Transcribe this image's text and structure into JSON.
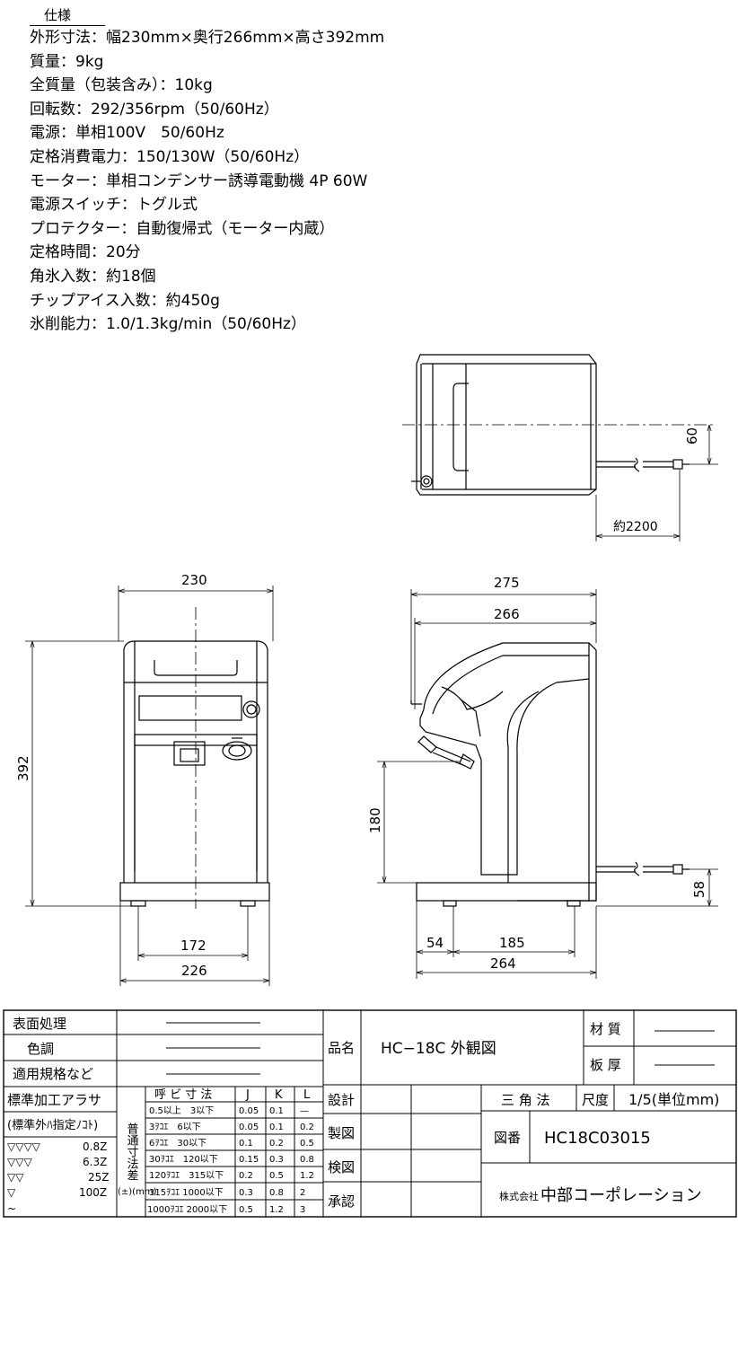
{
  "specs": {
    "title": "仕様",
    "lines": [
      "外形寸法：幅230mm×奥行266mm×高さ392mm",
      "質量：9kg",
      "全質量（包装含み）：10kg",
      "回転数：292/356rpm（50/60Hz）",
      "電源：単相100V　50/60Hz",
      "定格消費電力：150/130W（50/60Hz）",
      "モーター：単相コンデンサー誘導電動機 4P 60W",
      "電源スイッチ：トグル式",
      "プロテクター：自動復帰式（モーター内蔵）",
      "定格時間：20分",
      "角氷入数：約18個",
      "チップアイス入数：約450g",
      "氷削能力：1.0/1.3kg/min（50/60Hz）"
    ]
  },
  "dimensions": {
    "top_view_60": "60",
    "cord_length": "約2200",
    "front_width": "230",
    "front_height": "392",
    "front_foot_span": "172",
    "front_base_width": "226",
    "side_depth_outer": "275",
    "side_depth_body": "266",
    "side_clearance": "180",
    "side_cord_height": "58",
    "side_offset_54": "54",
    "side_foot_span": "185",
    "side_base_depth": "264"
  },
  "title_block": {
    "surface_label": "表面処理",
    "color_label": "色調",
    "standard_label": "適用規格など",
    "roughness_label": "標準加工アラサ",
    "roughness_note": "(標準外ﾊ指定ﾉｺﾄ)",
    "roughness_rows": [
      {
        "sym": "▽▽▽▽",
        "val": "0.8Z"
      },
      {
        "sym": "▽▽▽",
        "val": "6.3Z"
      },
      {
        "sym": "▽▽",
        "val": "25Z"
      },
      {
        "sym": "▽",
        "val": "100Z"
      },
      {
        "sym": "~",
        "val": ""
      }
    ],
    "tolerance_label": "普通寸法差",
    "tolerance_unit": "(±)(mm)",
    "tolerance_headers": [
      "呼 ビ 寸 法",
      "J",
      "K",
      "L"
    ],
    "tolerance_rows": [
      [
        "0.5以上　3以下",
        "0.05",
        "0.1",
        "—"
      ],
      [
        "3ｦｺｴ　6以下",
        "0.05",
        "0.1",
        "0.2"
      ],
      [
        "6ｦｺｴ　30以下",
        "0.1",
        "0.2",
        "0.5"
      ],
      [
        "30ｦｺｴ　120以下",
        "0.15",
        "0.3",
        "0.8"
      ],
      [
        "120ｦｺｴ　315以下",
        "0.2",
        "0.5",
        "1.2"
      ],
      [
        "315ｦｺｴ 1000以下",
        "0.3",
        "0.8",
        "2"
      ],
      [
        "1000ｦｺｴ 2000以下",
        "0.5",
        "1.2",
        "3"
      ]
    ],
    "product_name_label": "品名",
    "product_name": "HC−18C 外観図",
    "material_label": "材 質",
    "thickness_label": "板 厚",
    "design_label": "設計",
    "drafting_label": "製図",
    "inspection_label": "検図",
    "approval_label": "承認",
    "projection_label": "三 角 法",
    "scale_label": "尺度",
    "scale_value": "1/5(単位mm)",
    "drawing_no_label": "図番",
    "drawing_no": "HC18C03015",
    "company_prefix": "株式会社",
    "company_name": "中部コーポレーション"
  }
}
